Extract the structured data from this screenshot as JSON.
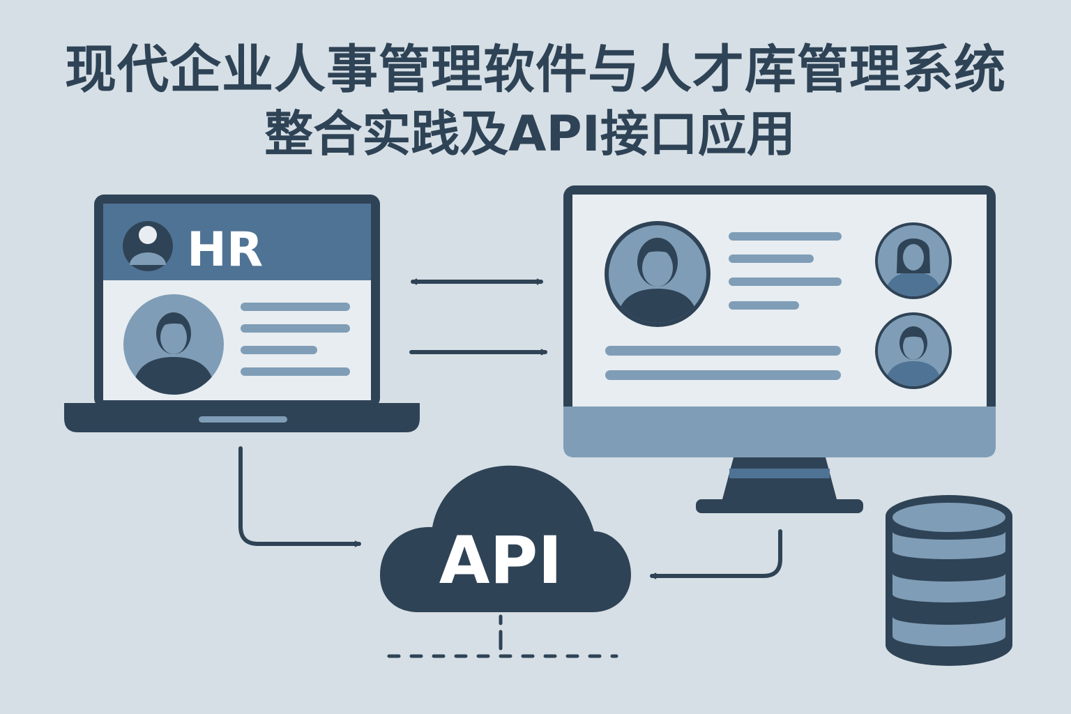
{
  "title": {
    "line1": "现代企业人事管理软件与人才库管理系统",
    "line2": "整合实践及API接口应用"
  },
  "laptop": {
    "header_label": "HR"
  },
  "cloud": {
    "label": "API"
  },
  "colors": {
    "background": "#d6dfe5",
    "dark": "#2f4356",
    "mid": "#4f7394",
    "light": "#7f9db6",
    "screen": "#e8edf1"
  }
}
